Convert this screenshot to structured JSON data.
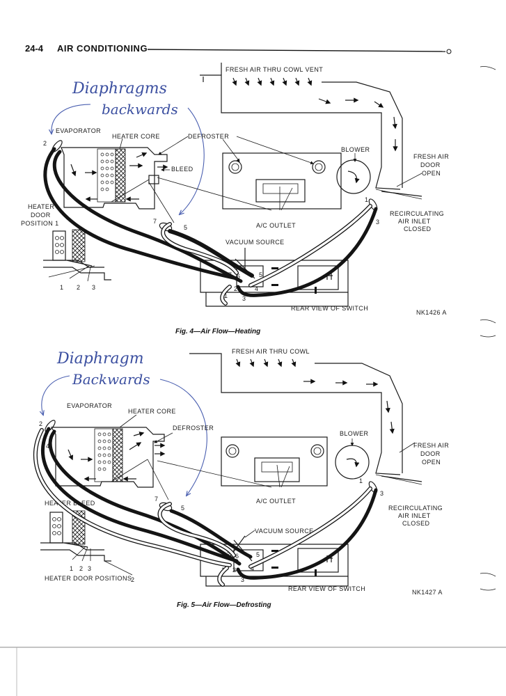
{
  "header": {
    "page_number": "24-4",
    "title": "AIR CONDITIONING"
  },
  "fig4": {
    "fresh_air": "FRESH AIR THRU COWL VENT",
    "evaporator": "EVAPORATOR",
    "heater_core": "HEATER CORE",
    "defroster": "DEFROSTER",
    "bleed": "BLEED",
    "blower": "BLOWER",
    "fresh_air_door_1": "FRESH AIR",
    "fresh_air_door_2": "DOOR",
    "fresh_air_door_3": "OPEN",
    "heater_door_1": "HEATER",
    "heater_door_2": "DOOR",
    "heater_door_3": "POSITION 1",
    "recirc_1": "RECIRCULATING",
    "recirc_2": "AIR INLET",
    "recirc_3": "CLOSED",
    "ac_outlet": "A/C OUTLET",
    "vacuum_source": "VACUUM SOURCE",
    "rear_view": "REAR VIEW OF SWITCH",
    "ref": "NK1426 A",
    "caption": "Fig. 4—Air Flow—Heating",
    "handwriting_1": "Diaphragms",
    "handwriting_2": "backwards",
    "nums": {
      "n1": "1",
      "n2": "2",
      "n3": "3",
      "n4": "4",
      "n5": "5",
      "n6": "6",
      "n7": "7"
    }
  },
  "fig5": {
    "fresh_air": "FRESH AIR THRU COWL",
    "evaporator": "EVAPORATOR",
    "heater_core": "HEATER CORE",
    "defroster": "DEFROSTER",
    "blower": "BLOWER",
    "fresh_air_door_1": "FRESH AIR",
    "fresh_air_door_2": "DOOR",
    "fresh_air_door_3": "OPEN",
    "heater_bleed": "HEATER BLEED",
    "heater_door_positions": "HEATER DOOR POSITIONS",
    "recirc_1": "RECIRCULATING",
    "recirc_2": "AIR INLET",
    "recirc_3": "CLOSED",
    "ac_outlet": "A/C OUTLET",
    "vacuum_source": "VACUUM SOURCE",
    "rear_view": "REAR VIEW OF SWITCH",
    "ref": "NK1427 A",
    "caption": "Fig. 5—Air Flow—Defrosting",
    "handwriting_1": "Diaphragm",
    "handwriting_2": "Backwards",
    "nums": {
      "n1": "1",
      "n2": "2",
      "n3": "3",
      "n4": "4",
      "n5": "5",
      "n6": "6",
      "n7": "7"
    }
  }
}
